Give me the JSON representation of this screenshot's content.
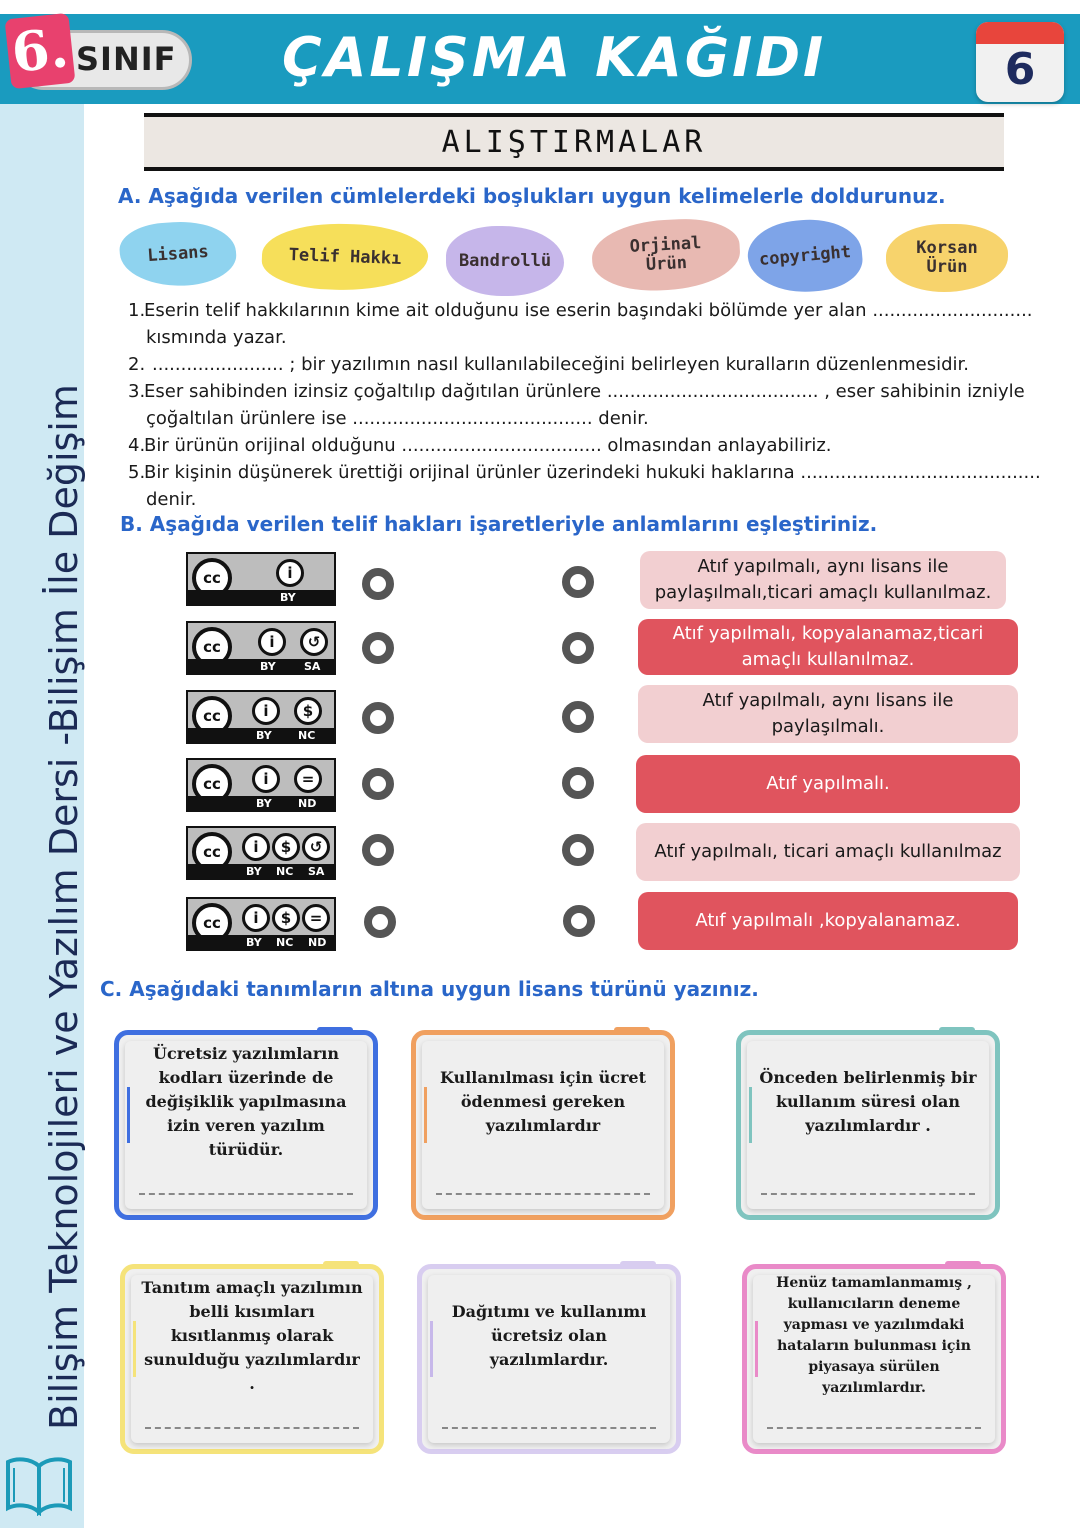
{
  "header": {
    "grade_number": "6.",
    "grade_label": "SINIF",
    "title": "ÇALIŞMA KAĞIDI",
    "calendar_number": "6"
  },
  "side_title": "Bilişim Teknolojileri ve Yazılım Dersi -Bilişim İle Değişim",
  "banner": "ALIŞTIRMALAR",
  "section_a": {
    "title": "A. Aşağıda verilen cümlelerdeki boşlukları uygun kelimelerle doldurunuz.",
    "words": [
      "Lisans",
      "Telif Hakkı",
      "Bandrollü",
      "Orjinal\nÜrün",
      "copyright",
      "Korsan\nÜrün"
    ],
    "questions": [
      {
        "num": "1.",
        "line1": "Eserin telif hakkılarının kime ait olduğunu ise eserin başındaki bölümde yer alan ............................",
        "line2": "kısmında yazar."
      },
      {
        "num": "2.",
        "line1": "....................... ; bir yazılımın nasıl kullanılabileceğini belirleyen kuralların düzenlenmesidir."
      },
      {
        "num": "3.",
        "line1": "Eser sahibinden izinsiz çoğaltılıp dağıtılan ürünlere ..................................... , eser sahibinin izniyle",
        "line2": "çoğaltılan ürünlere ise .......................................... denir."
      },
      {
        "num": "4.",
        "line1": "Bir ürünün orijinal olduğunu ...................................  olmasından anlayabiliriz."
      },
      {
        "num": "5.",
        "line1": "Bir kişinin düşünerek ürettiği orijinal ürünler üzerindeki hukuki haklarına ..........................................",
        "line2": "denir."
      }
    ]
  },
  "section_b": {
    "title": "B. Aşağıda verilen telif hakları işaretleriyle anlamlarını eşleştiriniz.",
    "badges": [
      {
        "cc": "cc",
        "labels": [
          "BY"
        ]
      },
      {
        "cc": "cc",
        "labels": [
          "BY",
          "SA"
        ]
      },
      {
        "cc": "cc",
        "labels": [
          "BY",
          "NC"
        ]
      },
      {
        "cc": "cc",
        "labels": [
          "BY",
          "ND"
        ]
      },
      {
        "cc": "cc",
        "labels": [
          "BY",
          "NC",
          "SA"
        ]
      },
      {
        "cc": "cc",
        "labels": [
          "BY",
          "NC",
          "ND"
        ]
      }
    ],
    "meanings": [
      "Atıf yapılmalı, aynı lisans ile paylaşılmalı,ticari amaçlı kullanılmaz.",
      "Atıf yapılmalı, kopyalanamaz,ticari amaçlı kullanılmaz.",
      "Atıf yapılmalı, aynı lisans ile paylaşılmalı.",
      "Atıf yapılmalı.",
      "Atıf yapılmalı, ticari amaçlı kullanılmaz",
      "Atıf yapılmalı ,kopyalanamaz."
    ]
  },
  "section_c": {
    "title": "C. Aşağıdaki tanımların altına uygun lisans türünü yazınız.",
    "cards": [
      {
        "text": "Ücretsiz yazılımların kodları üzerinde de değişiklik yapılmasına izin veren yazılım türüdür.",
        "color": "#3f6fe0"
      },
      {
        "text": "Kullanılması için ücret ödenmesi gereken yazılımlardır",
        "color": "#f0a060"
      },
      {
        "text": "Önceden belirlenmiş bir kullanım süresi olan yazılımlardır .",
        "color": "#7fc4bf"
      },
      {
        "text": "Tanıtım amaçlı yazılımın belli kısımları kısıtlanmış olarak sunulduğu yazılımlardır .",
        "color": "#f5e37a"
      },
      {
        "text": "Dağıtımı ve kullanımı ücretsiz olan yazılımlardır.",
        "color": "#d8cdf0"
      },
      {
        "text": "Henüz tamamlanmamış , kullanıcıların deneme yapması ve yazılımdaki hataların bulunması için piyasaya sürülen yazılımlardır.",
        "color": "#e98ac8"
      }
    ]
  }
}
